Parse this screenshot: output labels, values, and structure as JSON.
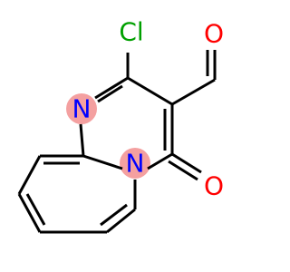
{
  "molecule": {
    "atoms": {
      "chlorine": {
        "label": "Cl",
        "color": "#00a000"
      },
      "ring_nitrogen": {
        "label": "N",
        "color": "#0000ff",
        "highlight": "#f4a0a0"
      },
      "bridgehead_nitrogen": {
        "label": "N",
        "color": "#0000ff",
        "highlight": "#f4a0a0"
      },
      "aldehyde_oxygen": {
        "label": "O",
        "color": "#ff0000"
      },
      "ketone_oxygen": {
        "label": "O",
        "color": "#ff0000"
      }
    }
  }
}
